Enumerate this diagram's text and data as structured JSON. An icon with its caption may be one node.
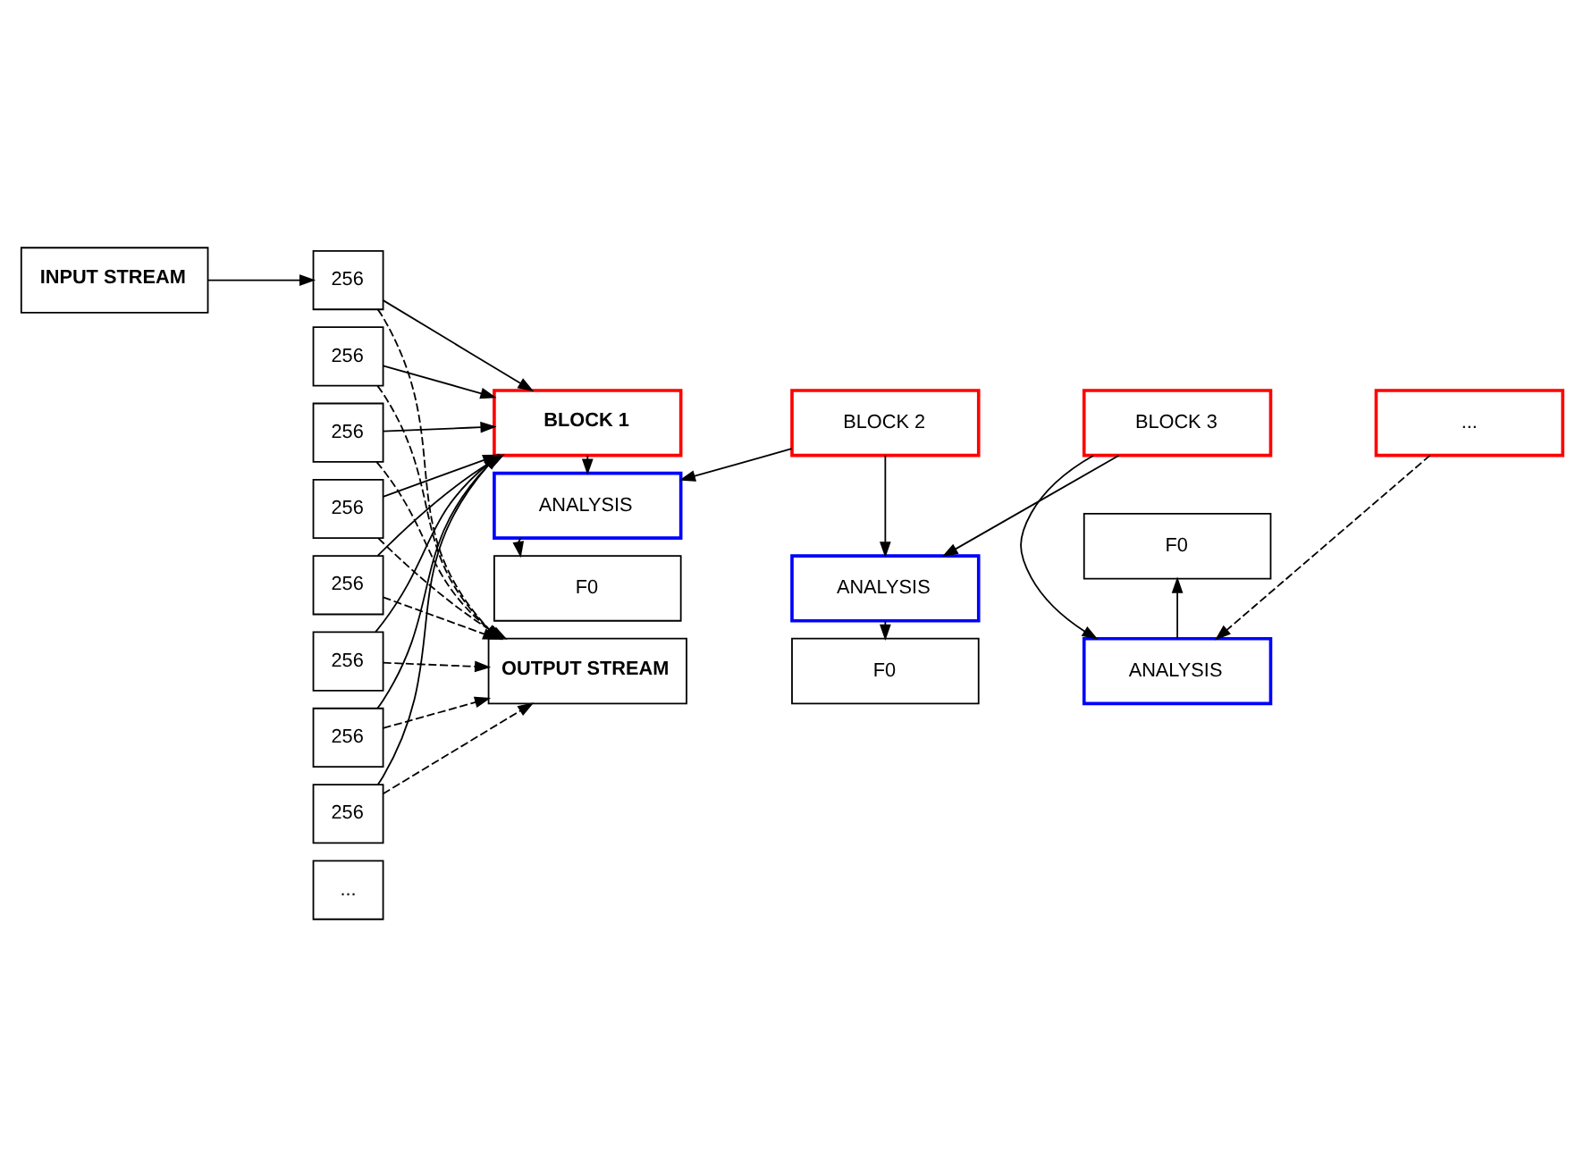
{
  "diagram": {
    "nodes": [
      {
        "text": [
          "INPUT STREAM"
        ]
      },
      {
        "text": [
          "256"
        ]
      },
      {
        "text": [
          "256"
        ]
      },
      {
        "text": [
          "256"
        ]
      },
      {
        "text": [
          "256"
        ]
      },
      {
        "text": [
          "256"
        ]
      },
      {
        "text": [
          "256"
        ]
      },
      {
        "text": [
          "256"
        ]
      },
      {
        "text": [
          "256"
        ]
      },
      {
        "text": [
          "..."
        ]
      },
      {
        "text": [
          "BLOCK 1"
        ]
      },
      {
        "text": [
          "BLOCK 2"
        ]
      },
      {
        "text": [
          "BLOCK 3"
        ]
      },
      {
        "text": [
          "..."
        ]
      },
      {
        "text": [
          "ANALYSIS"
        ]
      },
      {
        "text": [
          "F0"
        ]
      },
      {
        "text": [
          "ANALYSIS"
        ]
      },
      {
        "text": [
          "F0"
        ]
      },
      {
        "text": [
          "ANALYSIS"
        ]
      },
      {
        "text": [
          "F0"
        ]
      },
      {
        "text": [
          "OUTPUT STREAM"
        ]
      }
    ],
    "edges": [
      {
        "from": 0,
        "to": 1,
        "arrow": "to"
      },
      {
        "from": 1,
        "to": 10,
        "arrow": "to"
      },
      {
        "from": 2,
        "to": 10,
        "arrow": "to"
      },
      {
        "from": 3,
        "to": 10,
        "arrow": "to"
      },
      {
        "from": 4,
        "to": 10,
        "arrow": "to"
      },
      {
        "from": 5,
        "to": 10,
        "arrow": "to"
      },
      {
        "from": 6,
        "to": 10,
        "arrow": "to"
      },
      {
        "from": 7,
        "to": 10,
        "arrow": "to"
      },
      {
        "from": 8,
        "to": 10,
        "arrow": "to"
      },
      {
        "from": 1,
        "to": 20,
        "arrow": "to",
        "style": "dashed"
      },
      {
        "from": 2,
        "to": 20,
        "arrow": "to",
        "style": "dashed"
      },
      {
        "from": 3,
        "to": 20,
        "arrow": "to",
        "style": "dashed"
      },
      {
        "from": 4,
        "to": 20,
        "arrow": "to",
        "style": "dashed"
      },
      {
        "from": 5,
        "to": 20,
        "arrow": "to",
        "style": "dashed"
      },
      {
        "from": 6,
        "to": 20,
        "arrow": "to",
        "style": "dashed"
      },
      {
        "from": 7,
        "to": 20,
        "arrow": "to",
        "style": "dashed"
      },
      {
        "from": 8,
        "to": 20,
        "arrow": "to",
        "style": "dashed"
      },
      {
        "from": 10,
        "to": 14,
        "arrow": "to"
      },
      {
        "from": 11,
        "to": 14,
        "arrow": "to"
      },
      {
        "from": 11,
        "to": 16,
        "arrow": "to"
      },
      {
        "from": 12,
        "to": 16,
        "arrow": "to"
      },
      {
        "from": 12,
        "to": 18,
        "arrow": "to"
      },
      {
        "from": 13,
        "to": 18,
        "arrow": "to",
        "style": "dashed"
      },
      {
        "from": 14,
        "to": 15,
        "arrow": "to"
      },
      {
        "from": 16,
        "to": 17,
        "arrow": "to"
      },
      {
        "from": 18,
        "to": 19,
        "arrow": "to"
      }
    ]
  }
}
